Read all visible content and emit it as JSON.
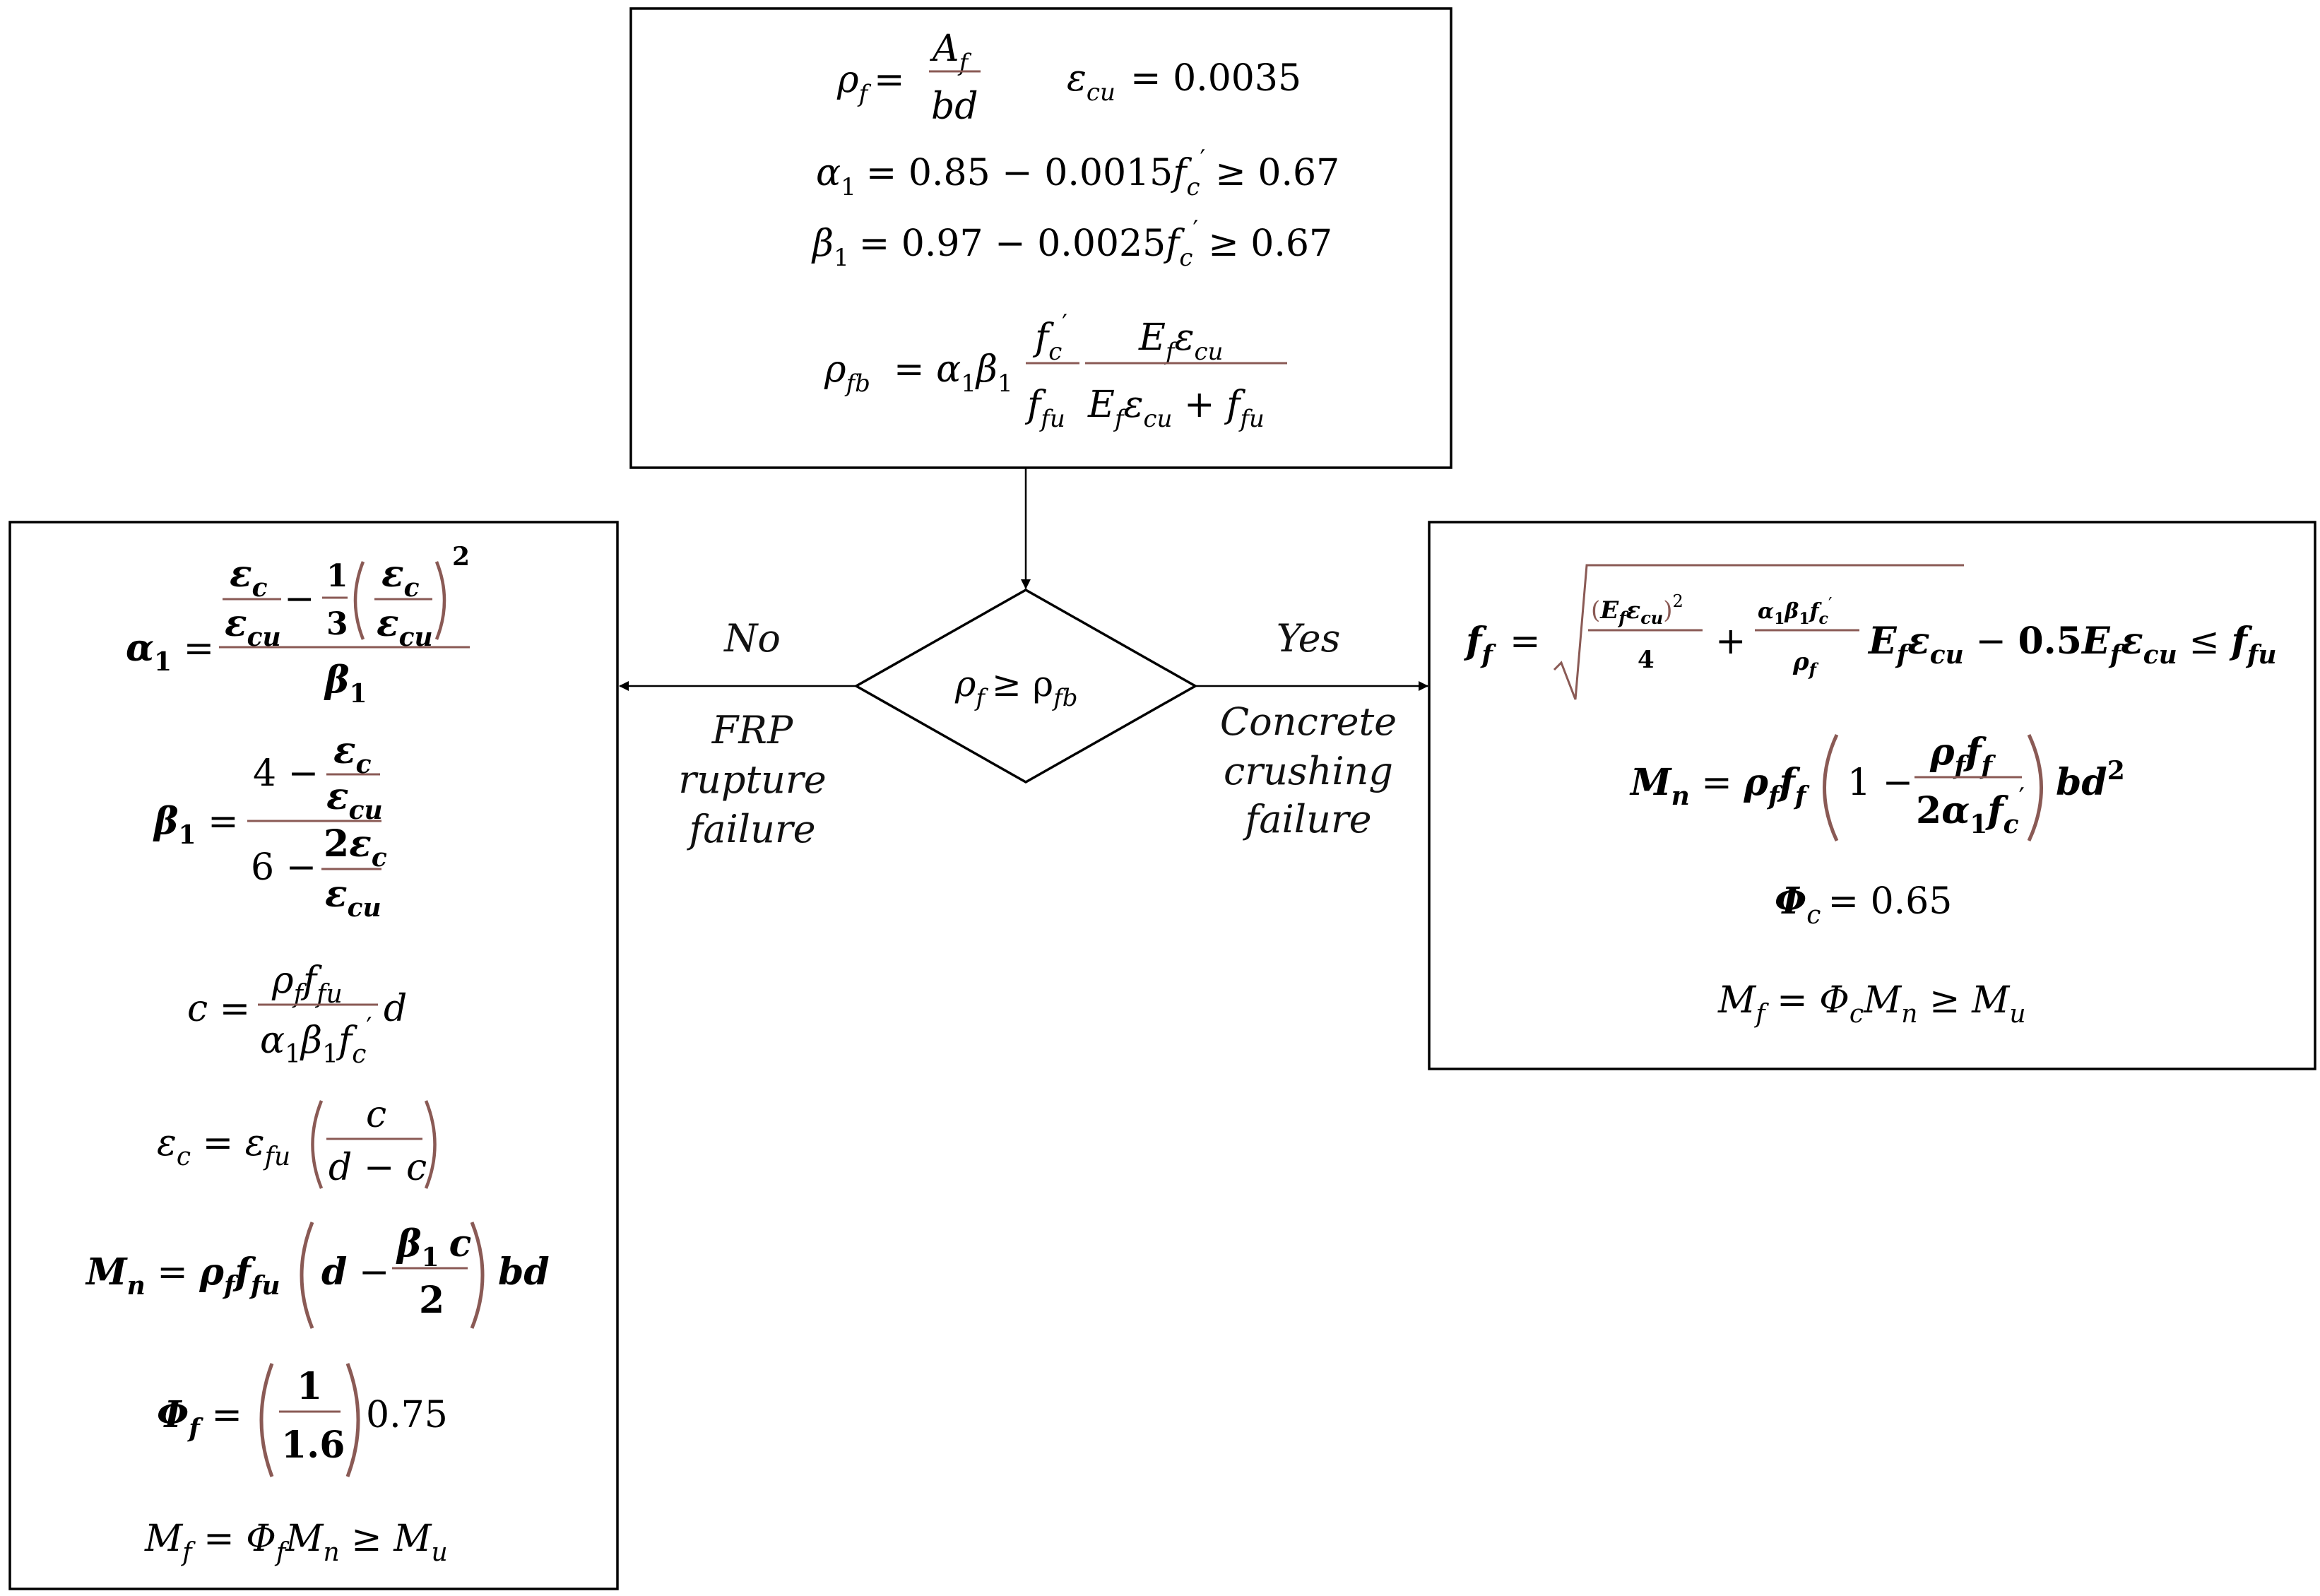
{
  "top_box": {
    "eq1_lhs": "ρ",
    "eq1_sub": "f",
    "eq1_num": "A",
    "eq1_num_sub": "f",
    "eq1_den": "bd",
    "eq2": "ε",
    "eq2_sub": "cu",
    "eq2_rhs": "= 0.0035",
    "alpha_line": "= 0.85 − 0.0015",
    "alpha_tail": "≥ 0.67",
    "beta_line": "= 0.97 − 0.0025",
    "beta_tail": "≥ 0.67",
    "rho_fb_label": "ρ",
    "rho_fb_sub": "fb"
  },
  "decision": {
    "text_main": "ρ",
    "text_sub_f": "f",
    "text_ge": "≥ ρ",
    "text_sub_fb": "fb"
  },
  "branches": {
    "no_label": "No",
    "no_result": [
      "FRP",
      "rupture",
      "failure"
    ],
    "yes_label": "Yes",
    "yes_result": [
      "Concrete",
      "crushing",
      "failure"
    ]
  },
  "right_box": {
    "phi_value": "= 0.65",
    "mn_factor": "0.5"
  },
  "left_box": {
    "phi_value": "0.75",
    "phi_den": "1.6",
    "phi_num": "1"
  },
  "colors": {
    "frac_line": "#8a5a55",
    "paren": "#8a5a55",
    "stroke": "#000000"
  }
}
